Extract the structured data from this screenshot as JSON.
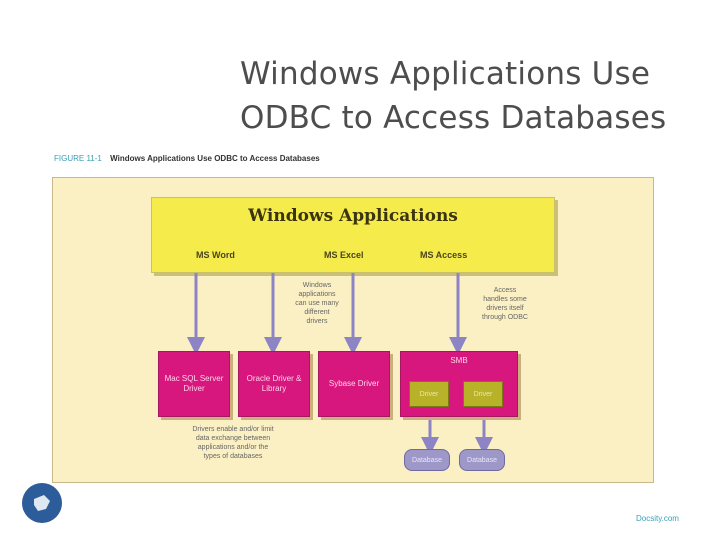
{
  "slide": {
    "title_line1": "Windows Applications Use",
    "title_line2": "ODBC to Access Databases",
    "caption_fig": "FIGURE 11-1",
    "caption_text": "Windows Applications Use ODBC to Access Databases",
    "source": "Docsity.com"
  },
  "diagram": {
    "apps_title": "Windows Applications",
    "apps": [
      "MS Word",
      "MS Excel",
      "MS Access"
    ],
    "note_top_middle": [
      "Windows",
      "applications",
      "can use many",
      "different",
      "drivers"
    ],
    "note_top_right": [
      "Access",
      "handles some",
      "drivers itself",
      "through ODBC"
    ],
    "drivers": [
      {
        "label": "Mac SQL Server Driver"
      },
      {
        "label": "Oracle Driver & Library"
      },
      {
        "label": "Sybase Driver"
      }
    ],
    "smb_label": "SMB",
    "smb_sub": [
      "Driver",
      "Driver"
    ],
    "note_bottom": [
      "Drivers enable and/or limit",
      "data exchange between",
      "applications and/or the",
      "types of databases"
    ],
    "db_pills": [
      "Database",
      "Database"
    ]
  },
  "colors": {
    "panel": "#fbf0c4",
    "apps_box": "#f5eb4a",
    "driver_box": "#d7177e",
    "inner_driver": "#b7b227",
    "database": "#9d98c8",
    "arrow": "#8c84c4"
  }
}
